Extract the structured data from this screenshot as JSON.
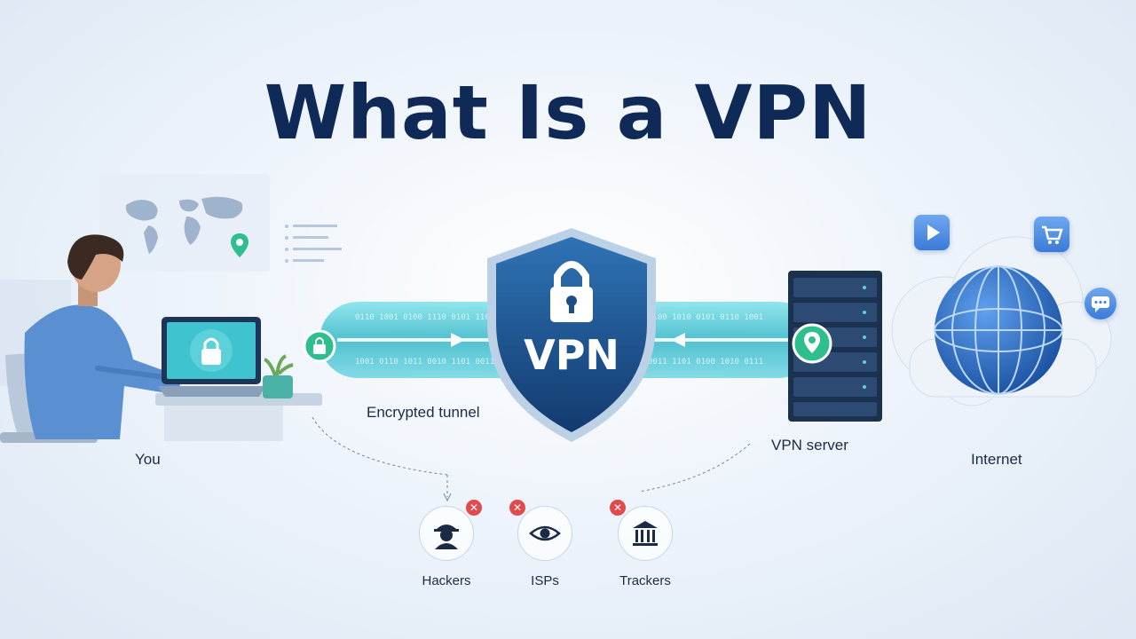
{
  "title": "What Is a VPN",
  "shield": {
    "label": "VPN"
  },
  "labels": {
    "you": "You",
    "tunnel": "Encrypted tunnel",
    "server": "VPN server",
    "internet": "Internet"
  },
  "threats": [
    {
      "label": "Hackers",
      "icon": "hacker-icon"
    },
    {
      "label": "ISPs",
      "icon": "eye-icon"
    },
    {
      "label": "Trackers",
      "icon": "bank-icon"
    }
  ],
  "internet_icons": [
    "video-play-icon",
    "shopping-cart-icon",
    "chat-bubble-icon"
  ],
  "colors": {
    "title": "#102a58",
    "shield": "#1c4f88",
    "tunnel": "#3fc7d6",
    "threat_x": "#e24b4b",
    "lock_badge": "#2fbf8f"
  }
}
